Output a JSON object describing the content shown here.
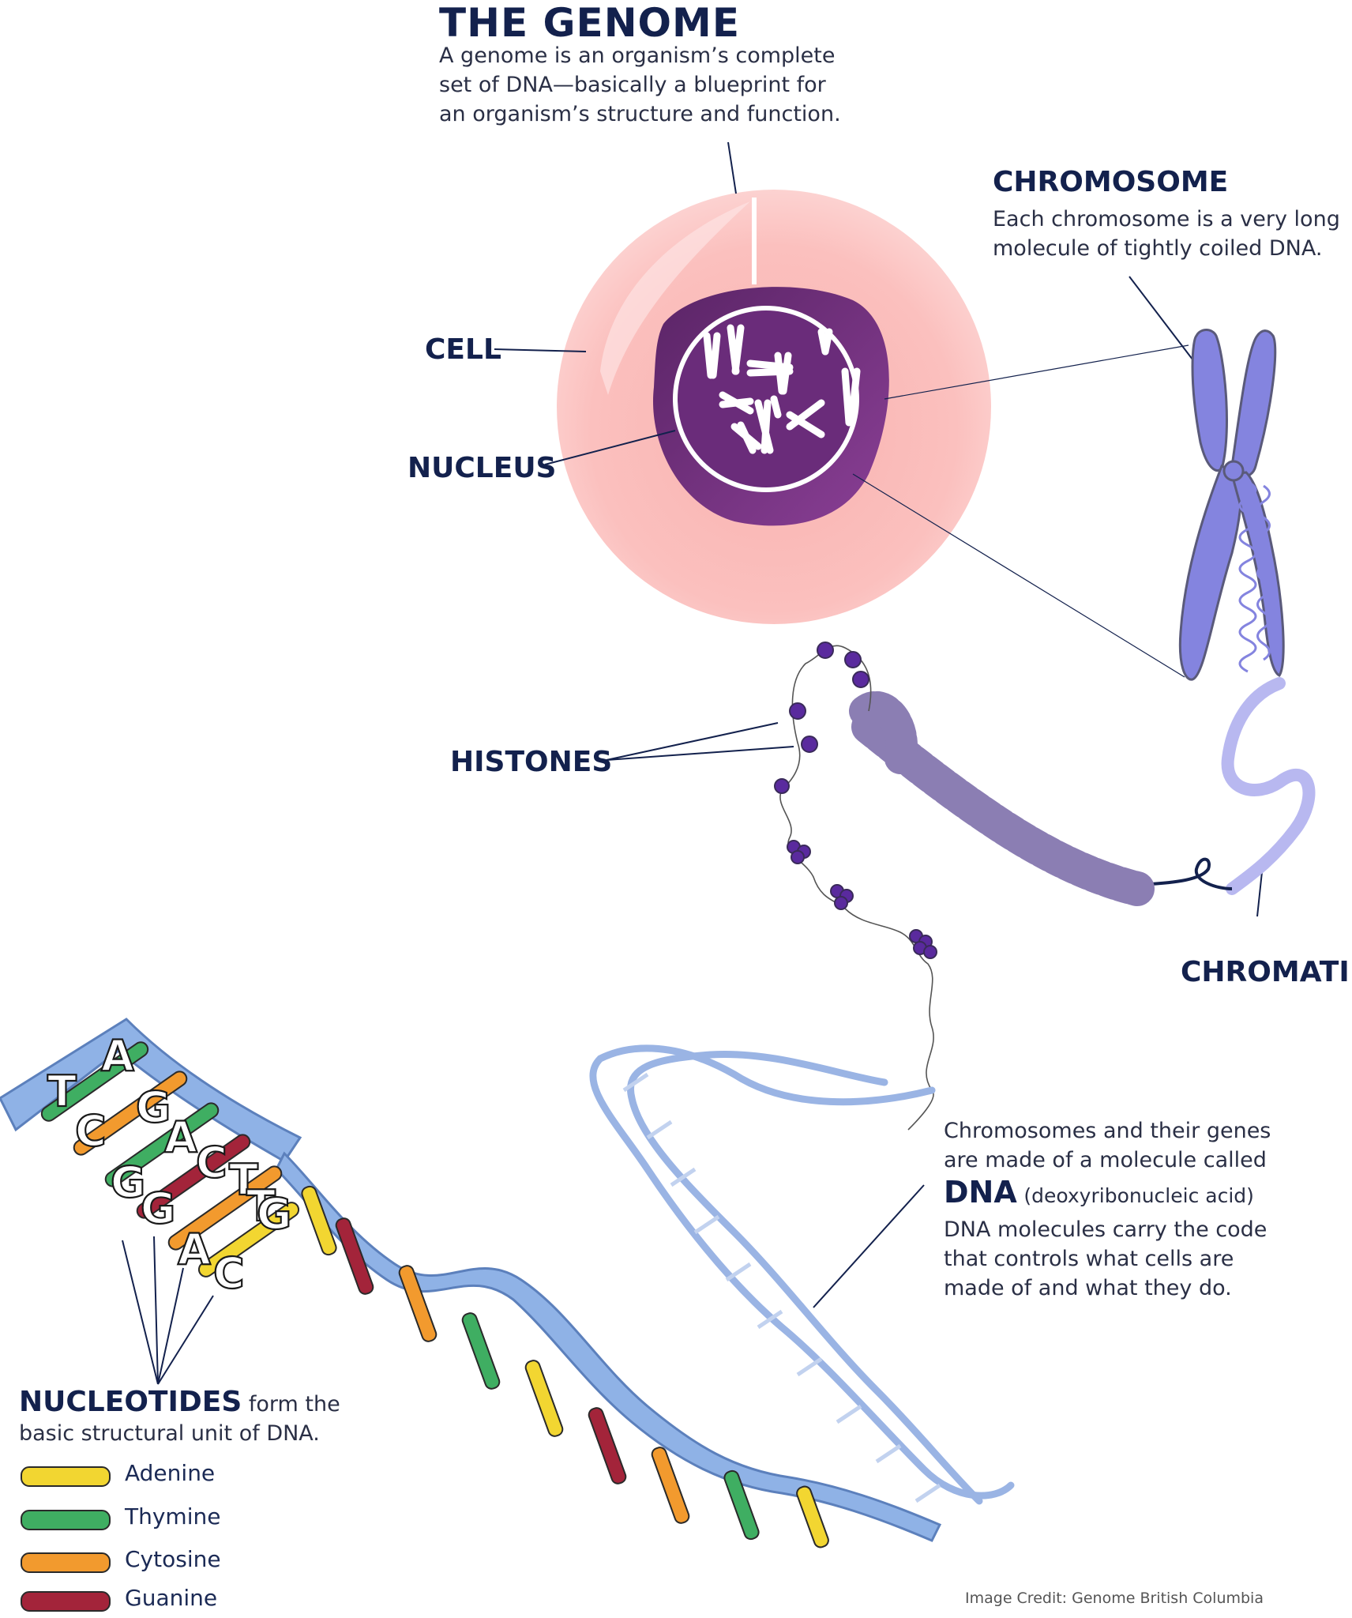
{
  "genome": {
    "title": "THE GENOME",
    "desc_lines": [
      "A genome is an organism’s complete",
      "set of DNA—basically a blueprint for",
      "an organism’s structure and function."
    ]
  },
  "chromosome": {
    "title": "CHROMOSOME",
    "desc_lines": [
      "Each chromosome is a very long",
      "molecule of tightly coiled DNA."
    ]
  },
  "labels": {
    "cell": "CELL",
    "nucleus": "NUCLEUS",
    "histones": "HISTONES",
    "chromatin": "CHROMATIN"
  },
  "dna": {
    "intro_lines": [
      "Chromosomes and their genes",
      "are made of a molecule called"
    ],
    "name": "DNA",
    "full_name": "(deoxyribonucleic acid)",
    "desc_lines": [
      "DNA molecules carry the code",
      "that controls what cells are",
      "made of and what they do."
    ]
  },
  "nucleotides": {
    "title": "NUCLEOTIDES",
    "title_suffix": " form the",
    "line2": "basic structural unit of  DNA.",
    "sequence_letters": [
      "A",
      "T",
      "G",
      "C",
      "A",
      "C",
      "T",
      "G",
      "T",
      "G",
      "A",
      "C",
      "G"
    ]
  },
  "legend": [
    {
      "name": "Adenine",
      "color": "#f2d631"
    },
    {
      "name": "Thymine",
      "color": "#3fae62"
    },
    {
      "name": "Cytosine",
      "color": "#f29a2e"
    },
    {
      "name": "Guanine",
      "color": "#a3243a"
    }
  ],
  "credit": "Image Credit: Genome British Columbia",
  "colors": {
    "cell": "#f7a6a6",
    "nucleus": "#6e2d7c",
    "chromosome": "#8585e0",
    "histone": "#5a2a9e",
    "dna_backbone": "#7ea4dc",
    "text": "#13214d"
  }
}
